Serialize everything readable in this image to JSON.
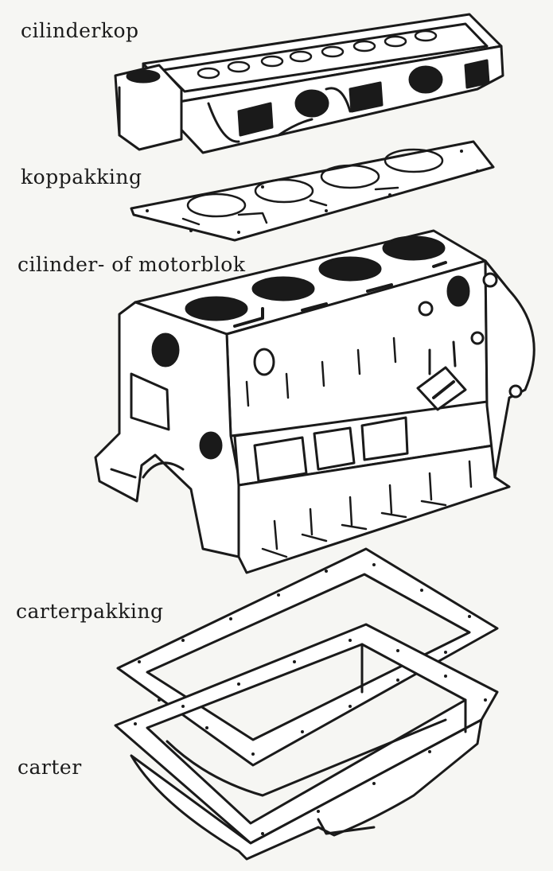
{
  "labels": {
    "cylinder_head": "cilinderkop",
    "head_gasket": "koppakking",
    "engine_block": "cilinder- of motorblok",
    "sump_gasket": "carterpakking",
    "sump": "carter"
  },
  "colors": {
    "ink": "#1a1a1a",
    "paper": "#f6f6f3"
  }
}
